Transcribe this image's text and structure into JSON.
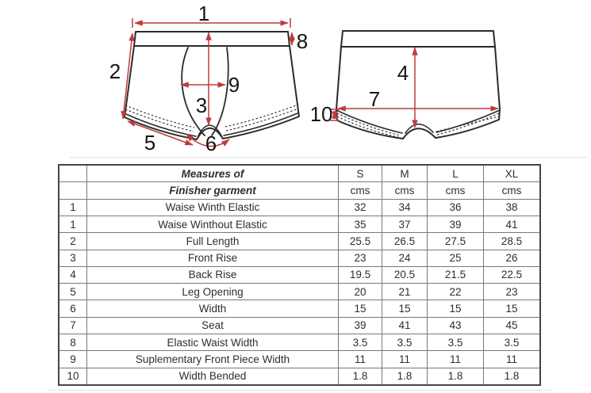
{
  "colors": {
    "dimension_red": "#bf3b3b",
    "garment_outline": "#2b2b2b",
    "table_border": "#787878",
    "table_outer_border": "#454545",
    "text": "#2e2e2e",
    "background": "#ffffff"
  },
  "diagram": {
    "front_view_dimensions": {
      "d1": "1",
      "d2": "2",
      "d3": "3",
      "d5": "5",
      "d6": "6",
      "d8": "8",
      "d9": "9"
    },
    "back_view_dimensions": {
      "d4": "4",
      "d7": "7",
      "d10": "10"
    }
  },
  "chart_data": {
    "type": "table",
    "title_line1": "Measures of",
    "title_line2": "Finisher garment",
    "size_columns": [
      "S",
      "M",
      "L",
      "XL"
    ],
    "unit_label": "cms",
    "rows": [
      {
        "num": "1",
        "label": "Waise Winth Elastic",
        "values": [
          "32",
          "34",
          "36",
          "38"
        ]
      },
      {
        "num": "1",
        "label": "Waise Winthout Elastic",
        "values": [
          "35",
          "37",
          "39",
          "41"
        ]
      },
      {
        "num": "2",
        "label": "Full Length",
        "values": [
          "25.5",
          "26.5",
          "27.5",
          "28.5"
        ]
      },
      {
        "num": "3",
        "label": "Front Rise",
        "values": [
          "23",
          "24",
          "25",
          "26"
        ]
      },
      {
        "num": "4",
        "label": "Back Rise",
        "values": [
          "19.5",
          "20.5",
          "21.5",
          "22.5"
        ]
      },
      {
        "num": "5",
        "label": "Leg Opening",
        "values": [
          "20",
          "21",
          "22",
          "23"
        ]
      },
      {
        "num": "6",
        "label": "Width",
        "values": [
          "15",
          "15",
          "15",
          "15"
        ]
      },
      {
        "num": "7",
        "label": "Seat",
        "values": [
          "39",
          "41",
          "43",
          "45"
        ]
      },
      {
        "num": "8",
        "label": "Elastic Waist Width",
        "values": [
          "3.5",
          "3.5",
          "3.5",
          "3.5"
        ]
      },
      {
        "num": "9",
        "label": "Suplementary Front Piece Width",
        "values": [
          "11",
          "11",
          "11",
          "11"
        ]
      },
      {
        "num": "10",
        "label": "Width Bended",
        "values": [
          "1.8",
          "1.8",
          "1.8",
          "1.8"
        ]
      }
    ]
  }
}
